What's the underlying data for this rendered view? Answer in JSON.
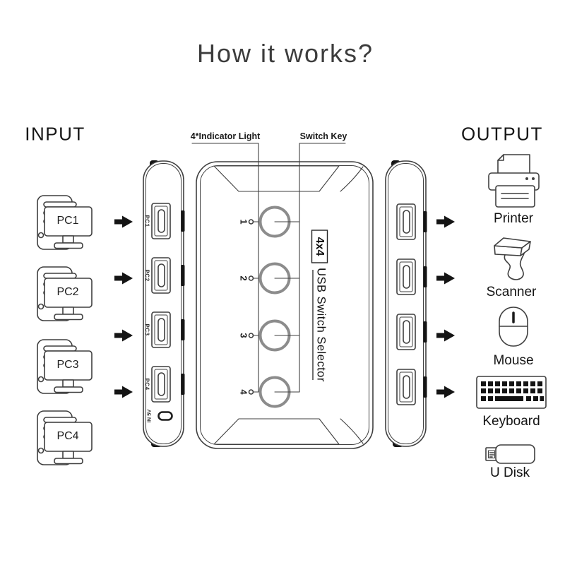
{
  "title": "How it works?",
  "colors": {
    "line": "#3f3f3f",
    "dark": "#141414",
    "button_ring": "#8c8c8c",
    "text": "#1c1c1c"
  },
  "input_section": {
    "header": "INPUT",
    "computers": [
      {
        "label": "PC1"
      },
      {
        "label": "PC2"
      },
      {
        "label": "PC3"
      },
      {
        "label": "PC4"
      }
    ]
  },
  "left_panel": {
    "port_labels": [
      "PC1",
      "PC2",
      "PC3",
      "PC4"
    ],
    "power_label": "IN 5V"
  },
  "device": {
    "callout_indicator": "4*Indicator Light",
    "callout_switch": "Switch Key",
    "badge": "4x4",
    "name": "USB Switch Selector",
    "button_numbers": [
      "1",
      "2",
      "3",
      "4"
    ]
  },
  "output_section": {
    "header": "OUTPUT",
    "devices": [
      {
        "label": "Printer",
        "icon": "printer-icon"
      },
      {
        "label": "Scanner",
        "icon": "scanner-icon"
      },
      {
        "label": "Mouse",
        "icon": "mouse-icon"
      },
      {
        "label": "Keyboard",
        "icon": "keyboard-icon"
      },
      {
        "label": "U Disk",
        "icon": "udisk-icon"
      }
    ]
  }
}
